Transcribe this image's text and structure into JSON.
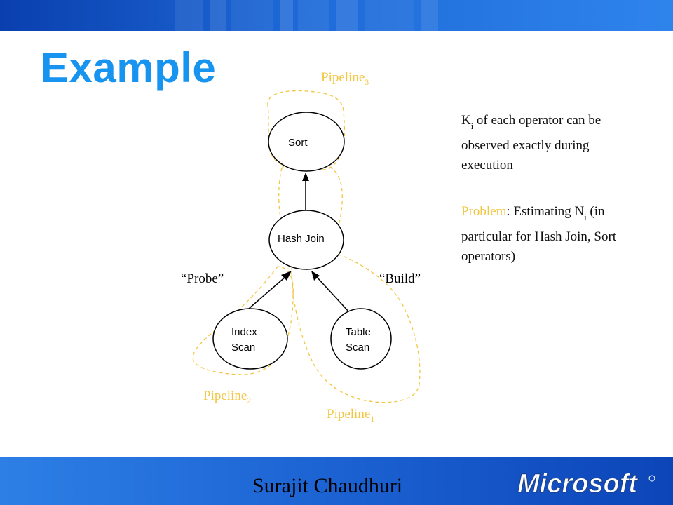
{
  "slide": {
    "title": "Example",
    "author": "Surajit Chaudhuri",
    "logo_text": "Microsoft"
  },
  "diagram": {
    "nodes": {
      "sort": "Sort",
      "hash_join": "Hash Join",
      "index_scan_line1": "Index",
      "index_scan_line2": "Scan",
      "table_scan_line1": "Table",
      "table_scan_line2": "Scan"
    },
    "edge_labels": {
      "probe": "“Probe”",
      "build": "“Build”"
    },
    "pipelines": {
      "p3_base": "Pipeline",
      "p3_sub": "3",
      "p2_base": "Pipeline",
      "p2_sub": "2",
      "p1_base": "Pipeline",
      "p1_sub": "1"
    }
  },
  "notes": {
    "note1_K": "K",
    "note1_sub": "i",
    "note1_rest": " of each operator can be observed exactly during execution",
    "note2_problem": "Problem",
    "note2_mid": ": Estimating N",
    "note2_sub": "i",
    "note2_rest": " (in particular for Hash Join, Sort operators)"
  },
  "colors": {
    "title": "#1793f0",
    "accent": "#f2c641",
    "bar_dark": "#0a3fae",
    "bar_light": "#2f84ec"
  }
}
